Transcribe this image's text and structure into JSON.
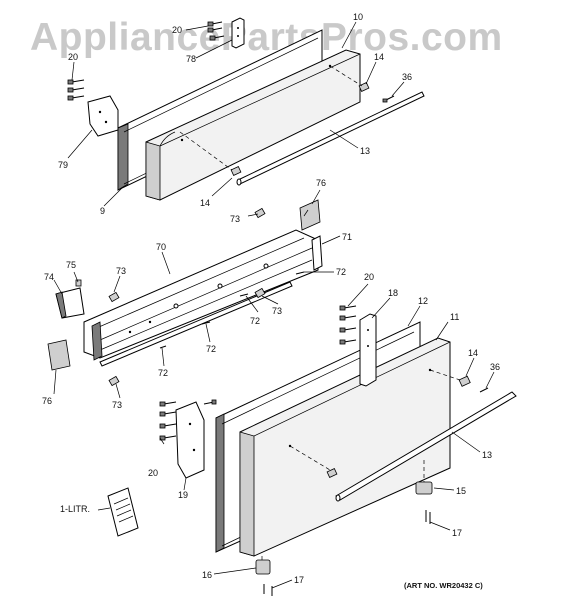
{
  "watermark": "AppliancePartsPros.com",
  "art_number": "(ART NO. WR20432 C)",
  "labels": {
    "p10": "10",
    "p20a": "20",
    "p20b": "20",
    "p20c": "20",
    "p20d": "20",
    "p78": "78",
    "p14a": "14",
    "p14b": "14",
    "p14c": "14",
    "p36a": "36",
    "p36b": "36",
    "p79": "79",
    "p9": "9",
    "p13a": "13",
    "p13b": "13",
    "p76a": "76",
    "p76b": "76",
    "p73a": "73",
    "p73b": "73",
    "p73c": "73",
    "p73d": "73",
    "p70": "70",
    "p71": "71",
    "p74": "74",
    "p75": "75",
    "p72a": "72",
    "p72b": "72",
    "p72c": "72",
    "p72d": "72",
    "p18": "18",
    "p12": "12",
    "p11": "11",
    "p19": "19",
    "p15": "15",
    "p16": "16",
    "p17a": "17",
    "p17b": "17",
    "litr": "1-LITR."
  }
}
